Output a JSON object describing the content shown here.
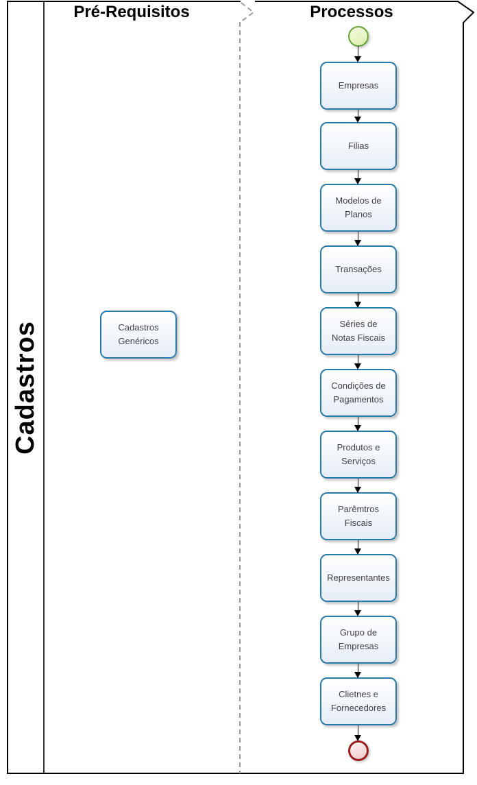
{
  "lane": {
    "label": "Cadastros"
  },
  "columns": {
    "prerequisites": {
      "title": "Pré-Requisitos",
      "items": [
        {
          "label": "Cadastros Genéricos"
        }
      ]
    },
    "processes": {
      "title": "Processos"
    }
  },
  "flow": {
    "start_event": "start",
    "steps": [
      "Empresas",
      "Filias",
      "Modelos de Planos",
      "Transações",
      "Séries de Notas Fiscais",
      "Condições de Pagamentos",
      "Produtos e Serviços",
      "Parêmtros Fiscais",
      "Representantes",
      "Grupo de Empresas",
      "Clietnes e Fornecedores"
    ],
    "end_event": "end"
  },
  "colors": {
    "box_border": "#2779a8",
    "box_fill_top": "#fdfeff",
    "box_fill_bottom": "#e6edf7",
    "start_event_border": "#66a233",
    "start_event_fill": "#e7f4c2",
    "end_event_border": "#9c1d1d",
    "end_event_fill": "#f7dcdc",
    "frame": "#000000",
    "phase_divider": "#9b9b9b"
  }
}
